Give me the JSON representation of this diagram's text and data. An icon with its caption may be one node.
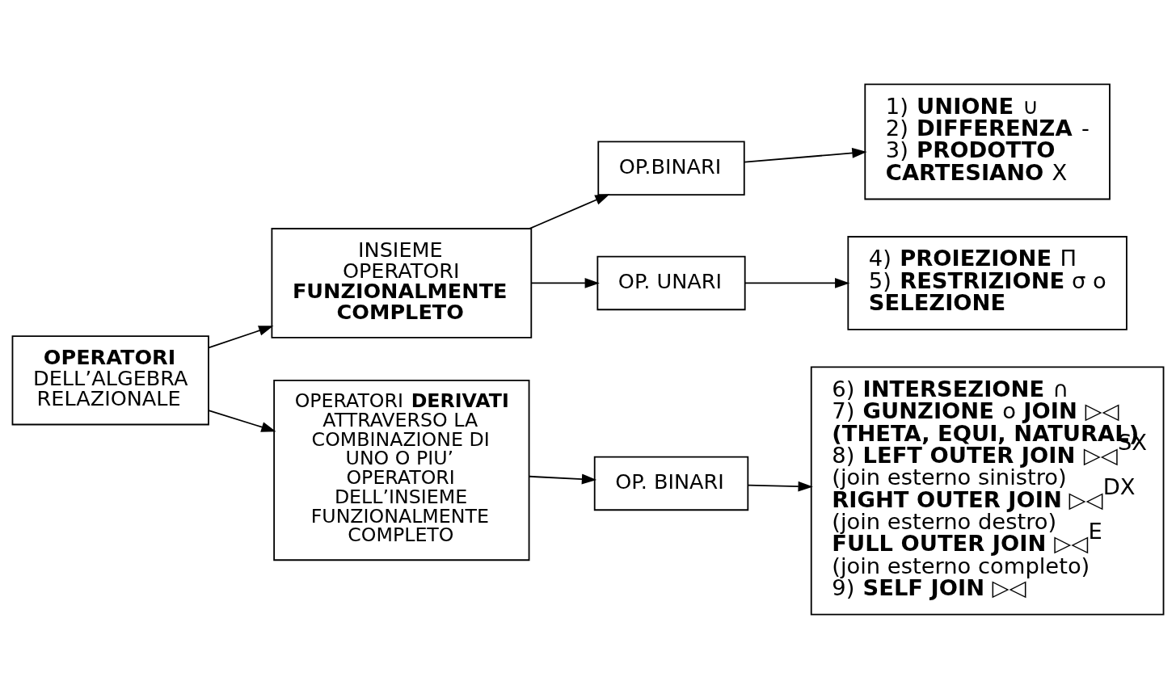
{
  "diagram": {
    "nodes": [
      {
        "text": [
          "**OPERATORI** DELL’ALGEBRA RELAZIONALE"
        ]
      },
      {
        "text": [
          "INSIEME OPERATORI **FUNZIONALMENTE COMPLETO**"
        ]
      },
      {
        "text": [
          "OP.BINARI"
        ]
      },
      {
        "text": [
          "1) **UNIONE** ∪",
          "2) **DIFFERENZA** -",
          "3) **PRODOTTO CARTESIANO** X"
        ]
      },
      {
        "text": [
          "OP. UNARI"
        ]
      },
      {
        "text": [
          "4) **PROIEZIONE** Π",
          "5) **RESTRIZIONE** σ o **SELEZIONE**"
        ]
      },
      {
        "text": [
          "OPERATORI **DERIVATI** ATTRAVERSO LA COMBINAZIONE DI UNO O PIU’ OPERATORI DELL’INSIEME FUNZIONALMENTE COMPLETO"
        ]
      },
      {
        "text": [
          "OP. BINARI"
        ]
      },
      {
        "text": [
          "6) **INTERSEZIONE** ∩",
          "7) **GUNZIONE** o **JOIN** ▷◁ **(THETA, EQUI, NATURAL)**",
          "8) **LEFT OUTER JOIN** ▷◁$^{SX}$",
          "(join esterno sinistro)",
          "**RIGHT OUTER JOIN** ▷◁$^{DX}$",
          "(join esterno destro)",
          "**FULL OUTER JOIN** ▷◁$^{E}$",
          "(join esterno completo)",
          "9) **SELF JOIN** ▷◁"
        ]
      }
    ],
    "edges": [
      {
        "from": 0,
        "to": 1,
        "arrow": "to"
      },
      {
        "from": 0,
        "to": 6,
        "arrow": "to"
      },
      {
        "from": 1,
        "to": 2,
        "arrow": "to"
      },
      {
        "from": 1,
        "to": 4,
        "arrow": "to"
      },
      {
        "from": 2,
        "to": 3,
        "arrow": "to"
      },
      {
        "from": 4,
        "to": 5,
        "arrow": "to"
      },
      {
        "from": 6,
        "to": 7,
        "arrow": "to"
      },
      {
        "from": 7,
        "to": 8,
        "arrow": "to"
      }
    ]
  }
}
